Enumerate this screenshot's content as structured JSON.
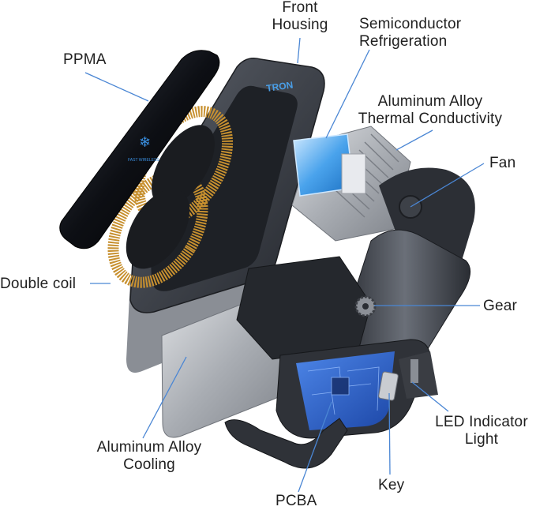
{
  "labels": {
    "front_housing": [
      "Front",
      "Housing"
    ],
    "semiconductor": [
      "Semiconductor",
      "Refrigeration"
    ],
    "ppma": [
      "PPMA"
    ],
    "aluminum_thermal": [
      "Aluminum Alloy",
      "Thermal Conductivity"
    ],
    "fan": [
      "Fan"
    ],
    "double_coil": [
      "Double coil"
    ],
    "gear": [
      "Gear"
    ],
    "led": [
      "LED Indicator",
      "Light"
    ],
    "aluminum_cooling": [
      "Aluminum Alloy",
      "Cooling"
    ],
    "key": [
      "Key"
    ],
    "pcba": [
      "PCBA"
    ]
  },
  "brand": {
    "logo_text": "TRON",
    "pad_text": "FAST WIRELESS"
  },
  "colors": {
    "leader_line": "#4a86d4",
    "text": "#1f1f1f",
    "coil": "#c7902f",
    "housing": "#3b3f46",
    "pcb": "#2a5fc8",
    "ice": "#5fb4f0",
    "aluminum": "#b9bcc1"
  }
}
